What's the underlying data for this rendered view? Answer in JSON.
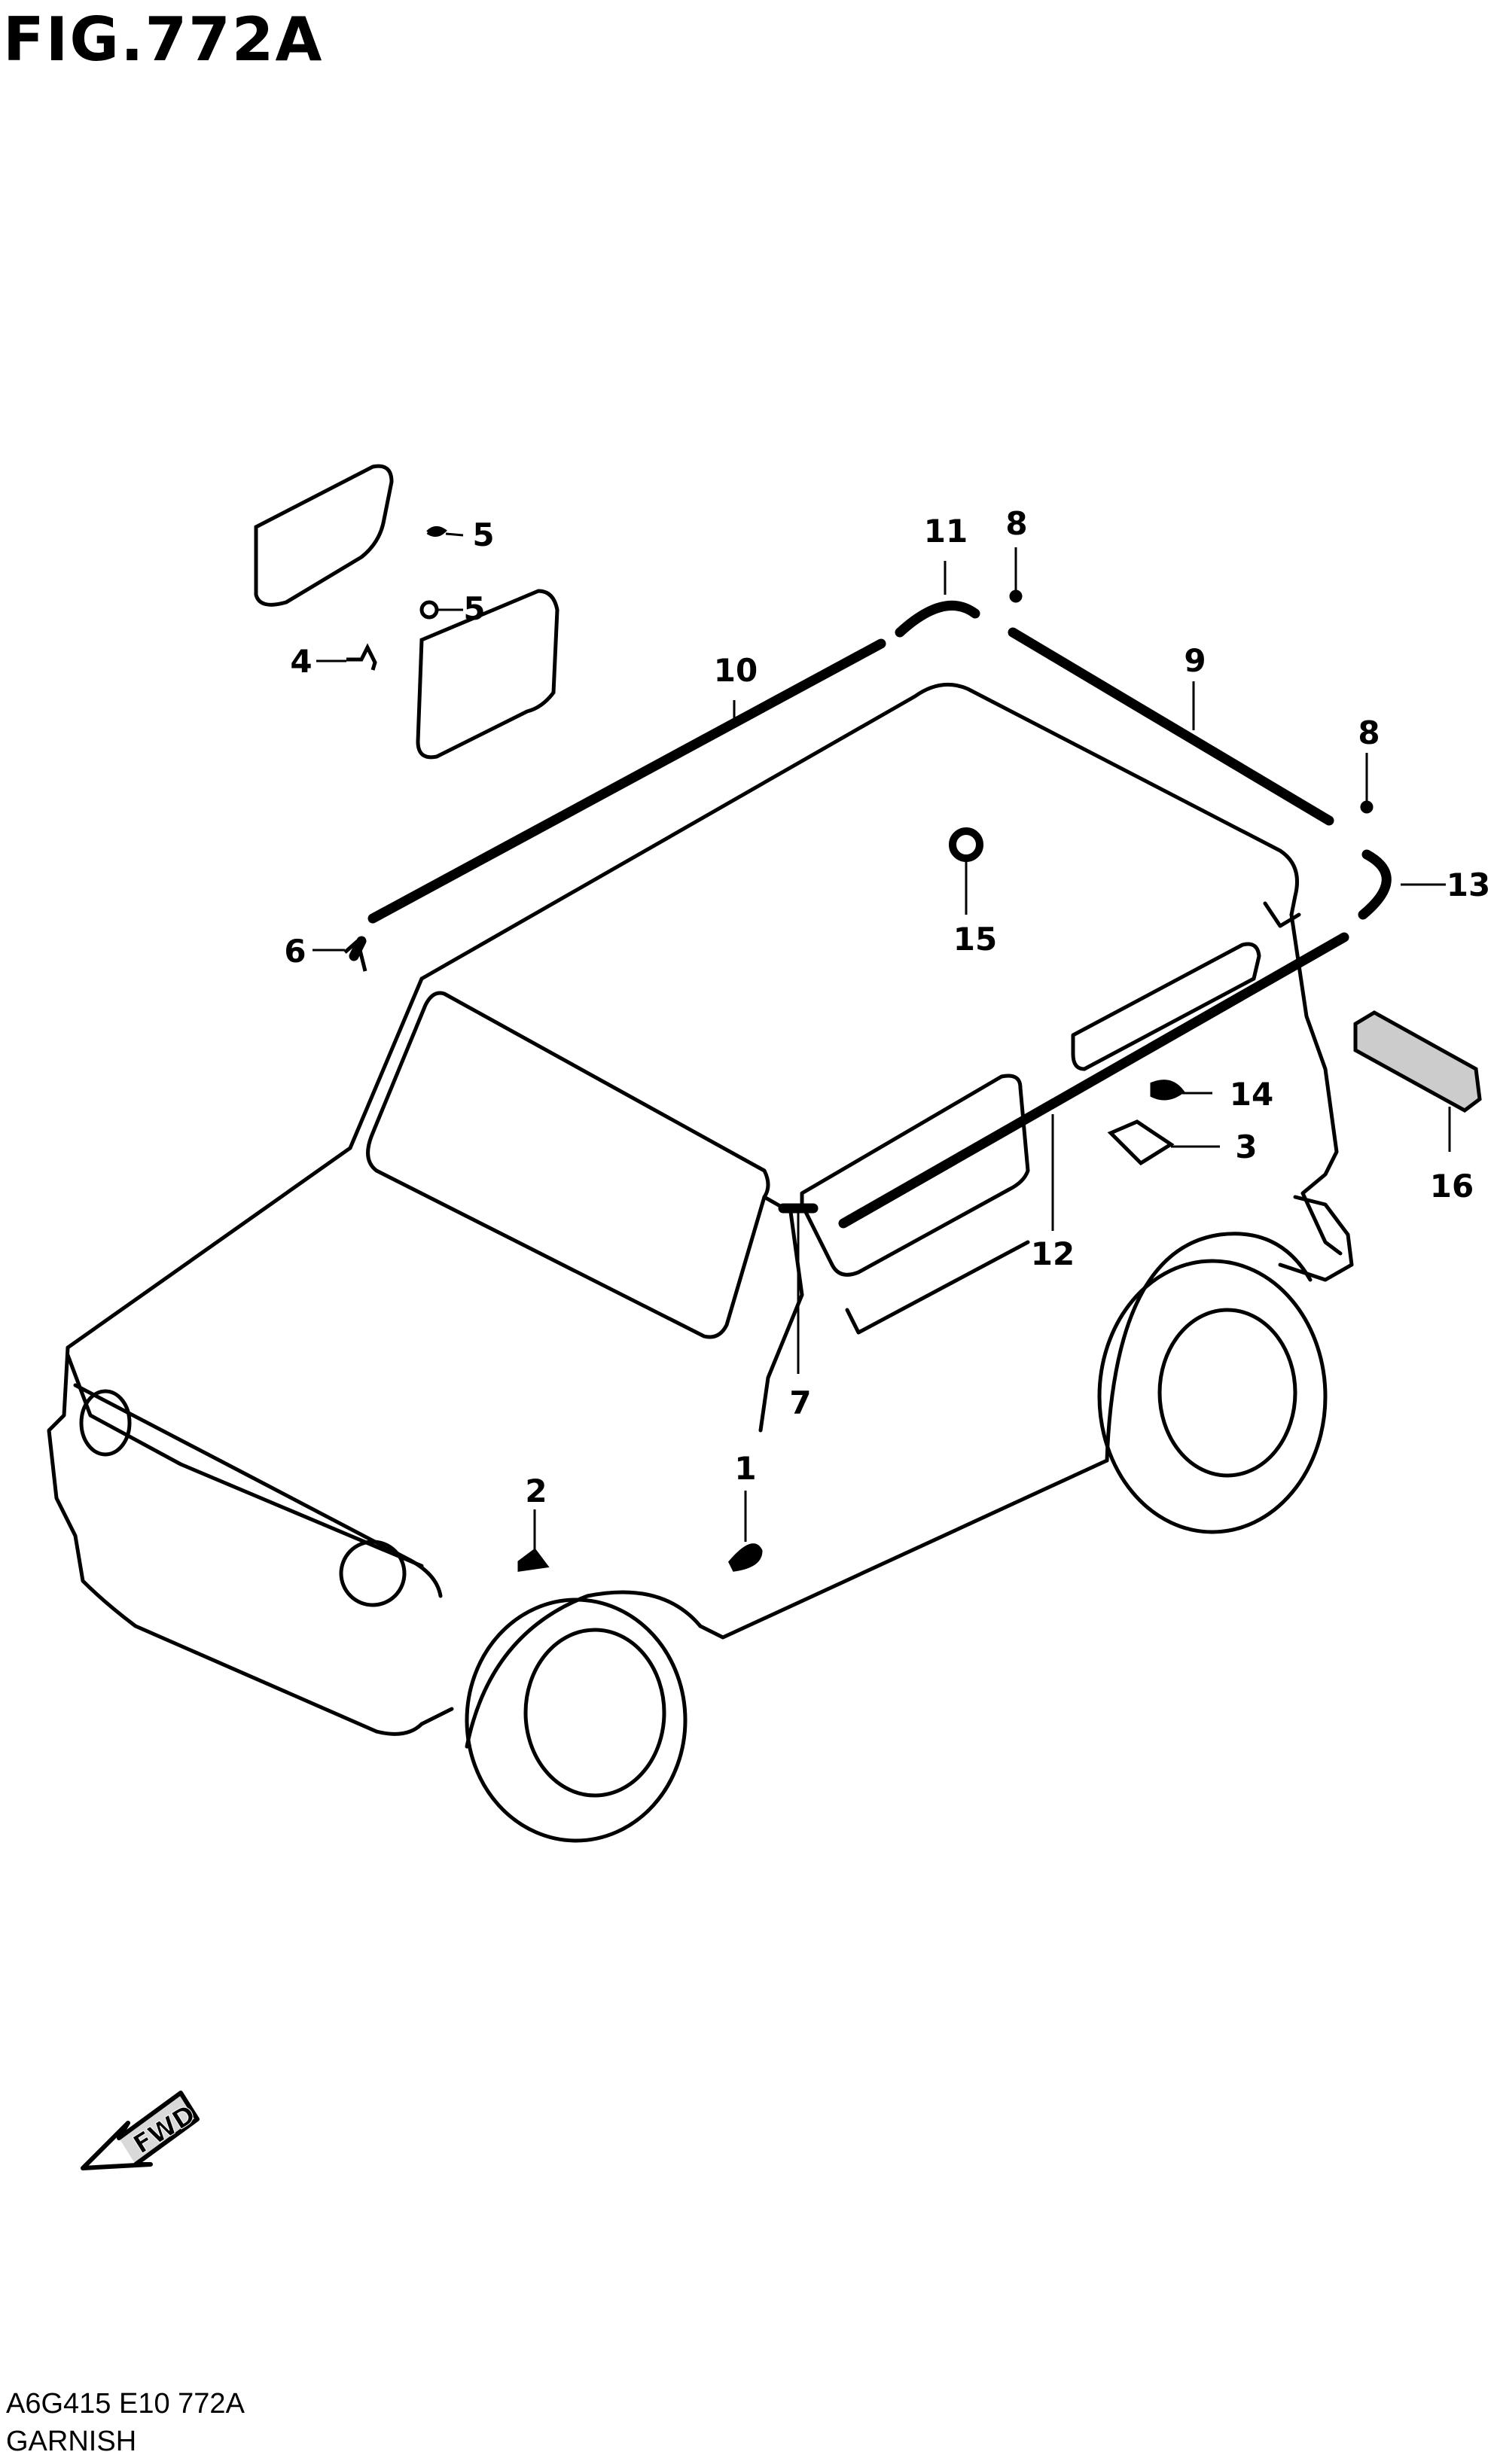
{
  "figure": {
    "title": "FIG.772A",
    "code": "A6G415 E10 772A",
    "name": "GARNISH"
  },
  "direction_arrow": {
    "label": "FWD"
  },
  "callouts": [
    {
      "id": "c1",
      "label": "1"
    },
    {
      "id": "c2",
      "label": "2"
    },
    {
      "id": "c3",
      "label": "3"
    },
    {
      "id": "c4",
      "label": "4"
    },
    {
      "id": "c5a",
      "label": "5"
    },
    {
      "id": "c5b",
      "label": "5"
    },
    {
      "id": "c6",
      "label": "6"
    },
    {
      "id": "c7",
      "label": "7"
    },
    {
      "id": "c8a",
      "label": "8"
    },
    {
      "id": "c8b",
      "label": "8"
    },
    {
      "id": "c9",
      "label": "9"
    },
    {
      "id": "c10",
      "label": "10"
    },
    {
      "id": "c11",
      "label": "11"
    },
    {
      "id": "c12",
      "label": "12"
    },
    {
      "id": "c13",
      "label": "13"
    },
    {
      "id": "c14",
      "label": "14"
    },
    {
      "id": "c15",
      "label": "15"
    },
    {
      "id": "c16",
      "label": "16"
    }
  ]
}
